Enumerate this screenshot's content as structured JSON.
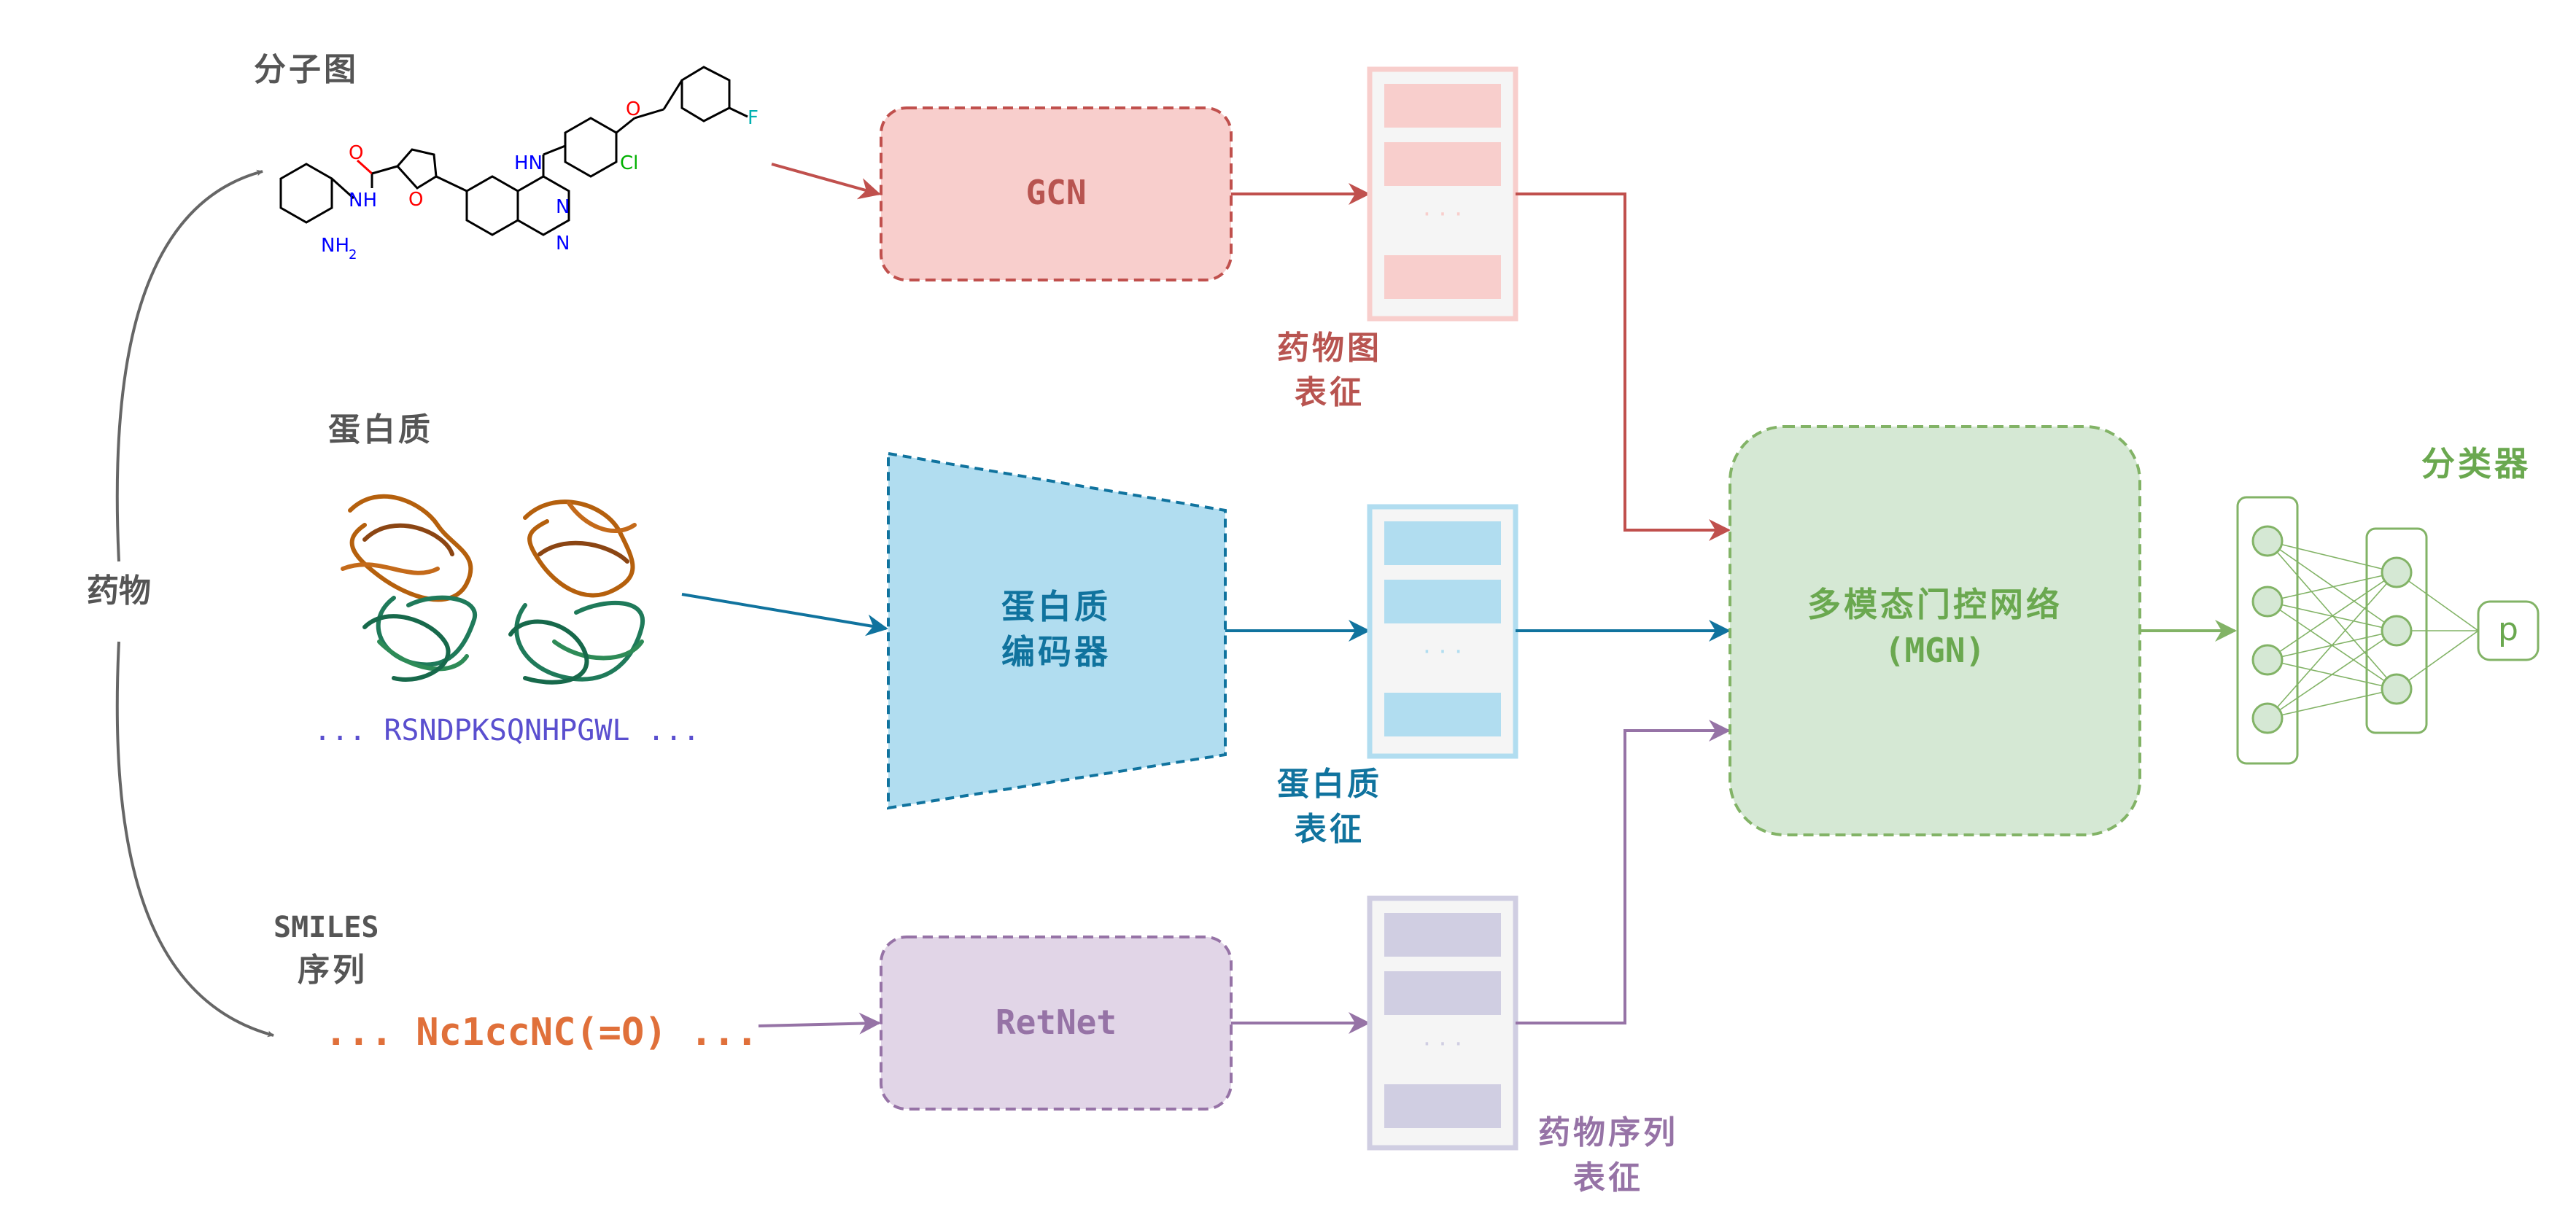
{
  "labels": {
    "molecular_graph": "分子图",
    "protein": "蛋白质",
    "drug": "药物",
    "smiles_line1": "SMILES",
    "smiles_line2": "序列",
    "protein_sequence": "... RSNDPKSQNHPGWL ...",
    "smiles_sequence": "... Nc1ccNC(=O) ...",
    "classifier": "分类器",
    "output_p": "p"
  },
  "molecule_atoms": {
    "carbonyl_o": "O",
    "amide_nh": "NH",
    "furan_o": "O",
    "nh2": "NH",
    "nh2_sub": "2",
    "aniline_nh": "HN",
    "ether_o": "O",
    "cl": "Cl",
    "f": "F",
    "n1": "N",
    "n2": "N"
  },
  "modules": {
    "gcn": "GCN",
    "protein_encoder_line1": "蛋白质",
    "protein_encoder_line2": "编码器",
    "retnet": "RetNet",
    "mgn_line1": "多模态门控网络",
    "mgn_line2": "(MGN)"
  },
  "representations": {
    "drug_graph_line1": "药物图",
    "drug_graph_line2": "表征",
    "protein_line1": "蛋白质",
    "protein_line2": "表征",
    "drug_seq_line1": "药物序列",
    "drug_seq_line2": "表征",
    "ellipsis": "· · ·"
  },
  "colors": {
    "red_stroke": "#c0504d",
    "red_fill": "#f8cecc",
    "red_text": "#b85450",
    "blue_stroke": "#10739e",
    "blue_fill": "#b1ddf0",
    "blue_text": "#10739e",
    "purple_stroke": "#9673a6",
    "purple_fill": "#e1d5e7",
    "purple_text": "#9673a6",
    "green_stroke": "#82b366",
    "green_fill": "#d5e8d4",
    "green_text": "#6aa84f",
    "grey_arrow": "#666666"
  }
}
